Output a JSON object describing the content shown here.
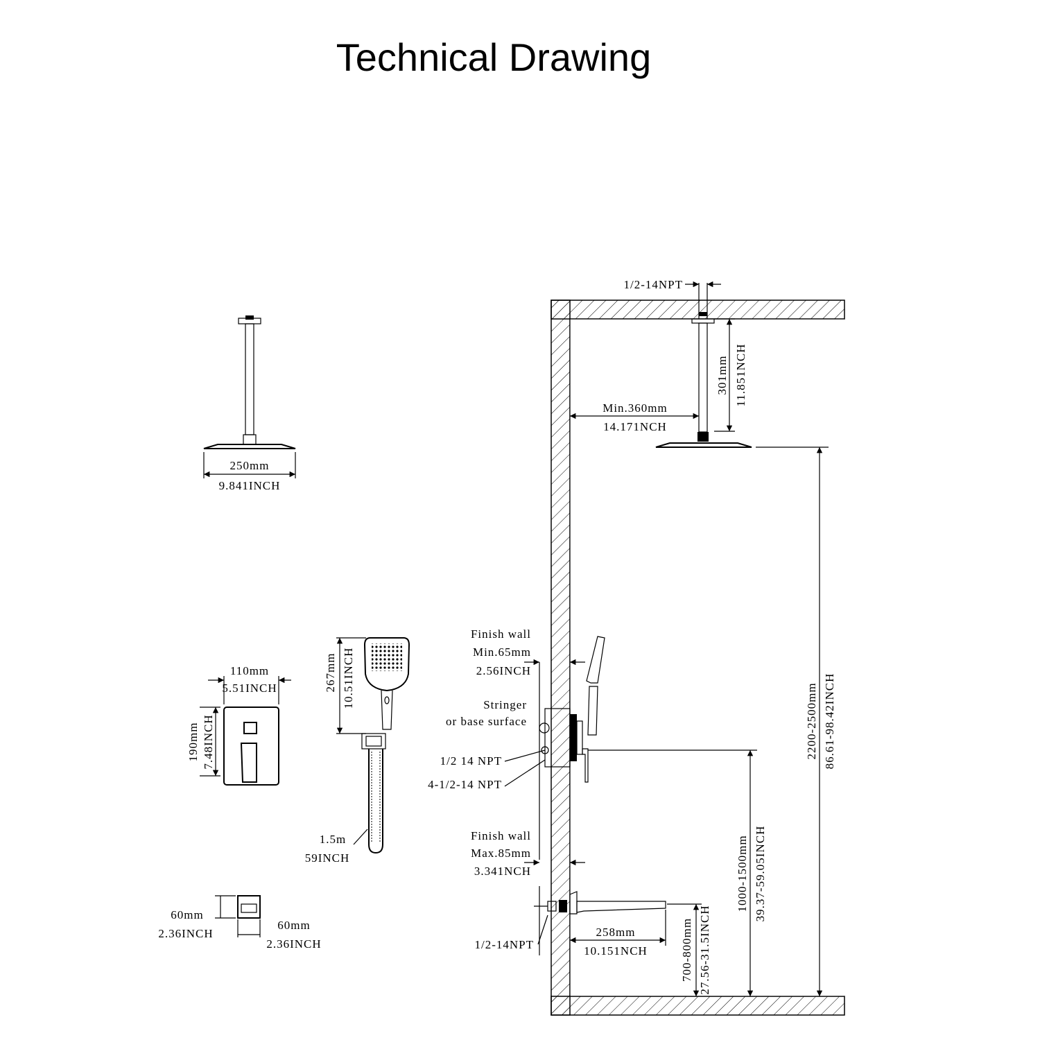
{
  "title": "Technical Drawing",
  "shower_head": {
    "width_mm": "250mm",
    "width_in": "9.841INCH"
  },
  "ceiling_arm": {
    "inlet": "1/2-14NPT",
    "length_mm": "301mm",
    "length_in": "11.851NCH",
    "min_from_wall_mm": "Min.360mm",
    "min_from_wall_in": "14.171NCH"
  },
  "valve_trim": {
    "width_mm": "110mm",
    "width_in": "5.51INCH",
    "height_mm": "190mm",
    "height_in": "7.48INCH"
  },
  "hand_shower": {
    "length_mm": "267mm",
    "length_in": "10.51INCH",
    "hose_m": "1.5m",
    "hose_in": "59INCH"
  },
  "elbow_plate": {
    "height_mm": "60mm",
    "height_in": "2.36INCH",
    "width_mm": "60mm",
    "width_in": "2.36INCH"
  },
  "wall_section": {
    "finish_wall_min": "Finish wall",
    "min_depth_mm": "Min.65mm",
    "min_depth_in": "2.56INCH",
    "stringer_1": "Stringer",
    "stringer_2": "or base surface",
    "npt_1": "1/2 14 NPT",
    "npt_4": "4-1/2-14 NPT",
    "finish_wall_max": "Finish wall",
    "max_depth_mm": "Max.85mm",
    "max_depth_in": "3.341NCH",
    "spout_npt": "1/2-14NPT",
    "spout_len_mm": "258mm",
    "spout_len_in": "10.151NCH",
    "spout_height_mm": "700-800mm",
    "spout_height_in": "27.56-31.5INCH",
    "valve_height_mm": "1000-1500mm",
    "valve_height_in": "39.37-59.05INCH",
    "head_height_mm": "2200-2500mm",
    "head_height_in": "86.61-98.42INCH"
  }
}
